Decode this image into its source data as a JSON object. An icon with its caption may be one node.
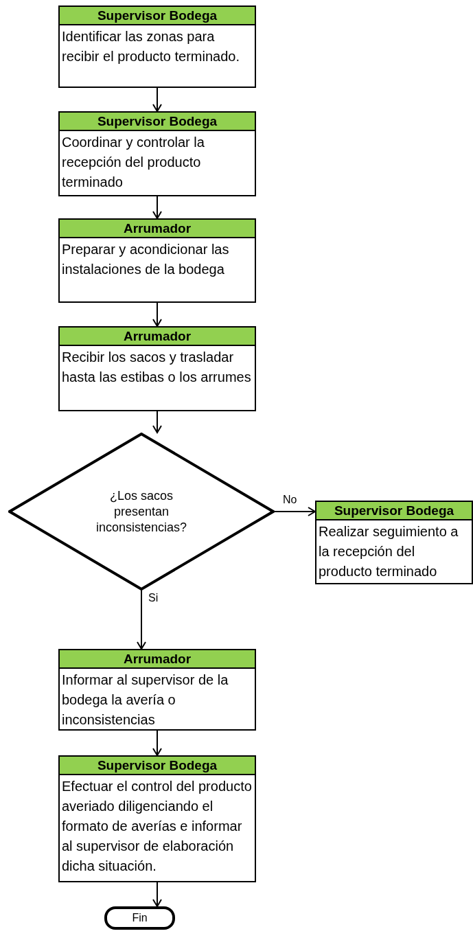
{
  "diagram": {
    "nodes": [
      {
        "text": [
          "Supervisor Bodega",
          "Identificar las zonas para recibir el producto terminado."
        ]
      },
      {
        "text": [
          "Supervisor Bodega",
          "Coordinar y controlar la recepción del producto terminado"
        ]
      },
      {
        "text": [
          "Arrumador",
          "Preparar y acondicionar las instalaciones de la bodega"
        ]
      },
      {
        "text": [
          "Arrumador",
          "Recibir los sacos y trasladar hasta las estibas o los arrumes"
        ]
      },
      {
        "text": [
          "¿Los sacos presentan inconsistencias?"
        ]
      },
      {
        "text": [
          "Supervisor Bodega",
          "Realizar seguimiento a la recepción del producto terminado"
        ]
      },
      {
        "text": [
          "Arrumador",
          "Informar al supervisor de la bodega la avería o inconsistencias"
        ]
      },
      {
        "text": [
          "Supervisor Bodega",
          "Efectuar el control del producto averiado diligenciando el formato de averías e informar al supervisor de elaboración dicha situación."
        ]
      },
      {
        "text": [
          "Fin"
        ]
      }
    ],
    "edges": [
      {
        "from": 0,
        "to": 1,
        "arrow": "to"
      },
      {
        "from": 1,
        "to": 2,
        "arrow": "to"
      },
      {
        "from": 2,
        "to": 3,
        "arrow": "to"
      },
      {
        "from": 3,
        "to": 4,
        "arrow": "to"
      },
      {
        "from": 4,
        "to": 5,
        "arrow": "to",
        "label": "No"
      },
      {
        "from": 4,
        "to": 6,
        "arrow": "to",
        "label": "Si"
      },
      {
        "from": 6,
        "to": 7,
        "arrow": "to"
      },
      {
        "from": 7,
        "to": 8,
        "arrow": "to"
      }
    ]
  }
}
